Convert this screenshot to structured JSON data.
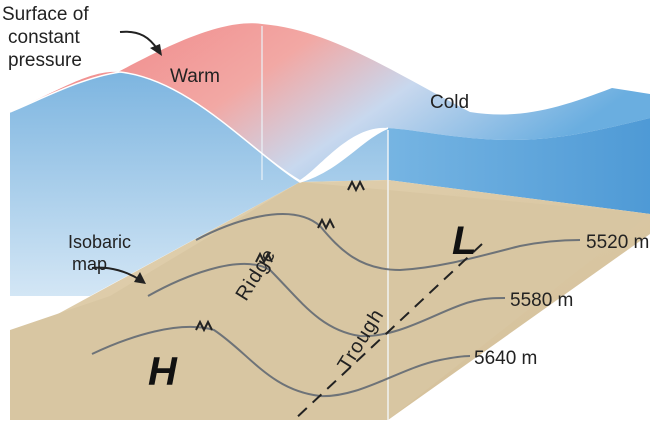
{
  "labels": {
    "surface_line1": "Surface of",
    "surface_line2": "constant",
    "surface_line3": "pressure",
    "warm": "Warm",
    "cold": "Cold",
    "isobaric_line1": "Isobaric",
    "isobaric_line2": "map",
    "ridge": "Ridge",
    "trough": "Trough",
    "high": "H",
    "low": "L"
  },
  "contours": [
    {
      "height": "5520 m"
    },
    {
      "height": "5580 m"
    },
    {
      "height": "5640 m"
    }
  ],
  "colors": {
    "warm_surface": "#e9787a",
    "cold_surface": "#6aaee0",
    "slab_side": "#a8cbe8",
    "map_floor": "#d9c7a4",
    "contour_line": "#6e7378"
  }
}
